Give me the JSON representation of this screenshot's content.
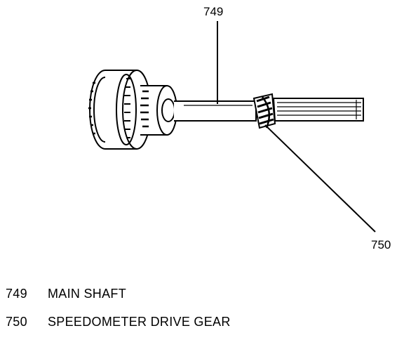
{
  "diagram": {
    "callouts": [
      {
        "id": "749",
        "label": "749"
      },
      {
        "id": "750",
        "label": "750"
      }
    ],
    "legend": [
      {
        "number": "749",
        "text": "MAIN SHAFT"
      },
      {
        "number": "750",
        "text": "SPEEDOMETER DRIVE GEAR"
      }
    ],
    "colors": {
      "ink": "#000000",
      "paper": "#ffffff"
    }
  }
}
